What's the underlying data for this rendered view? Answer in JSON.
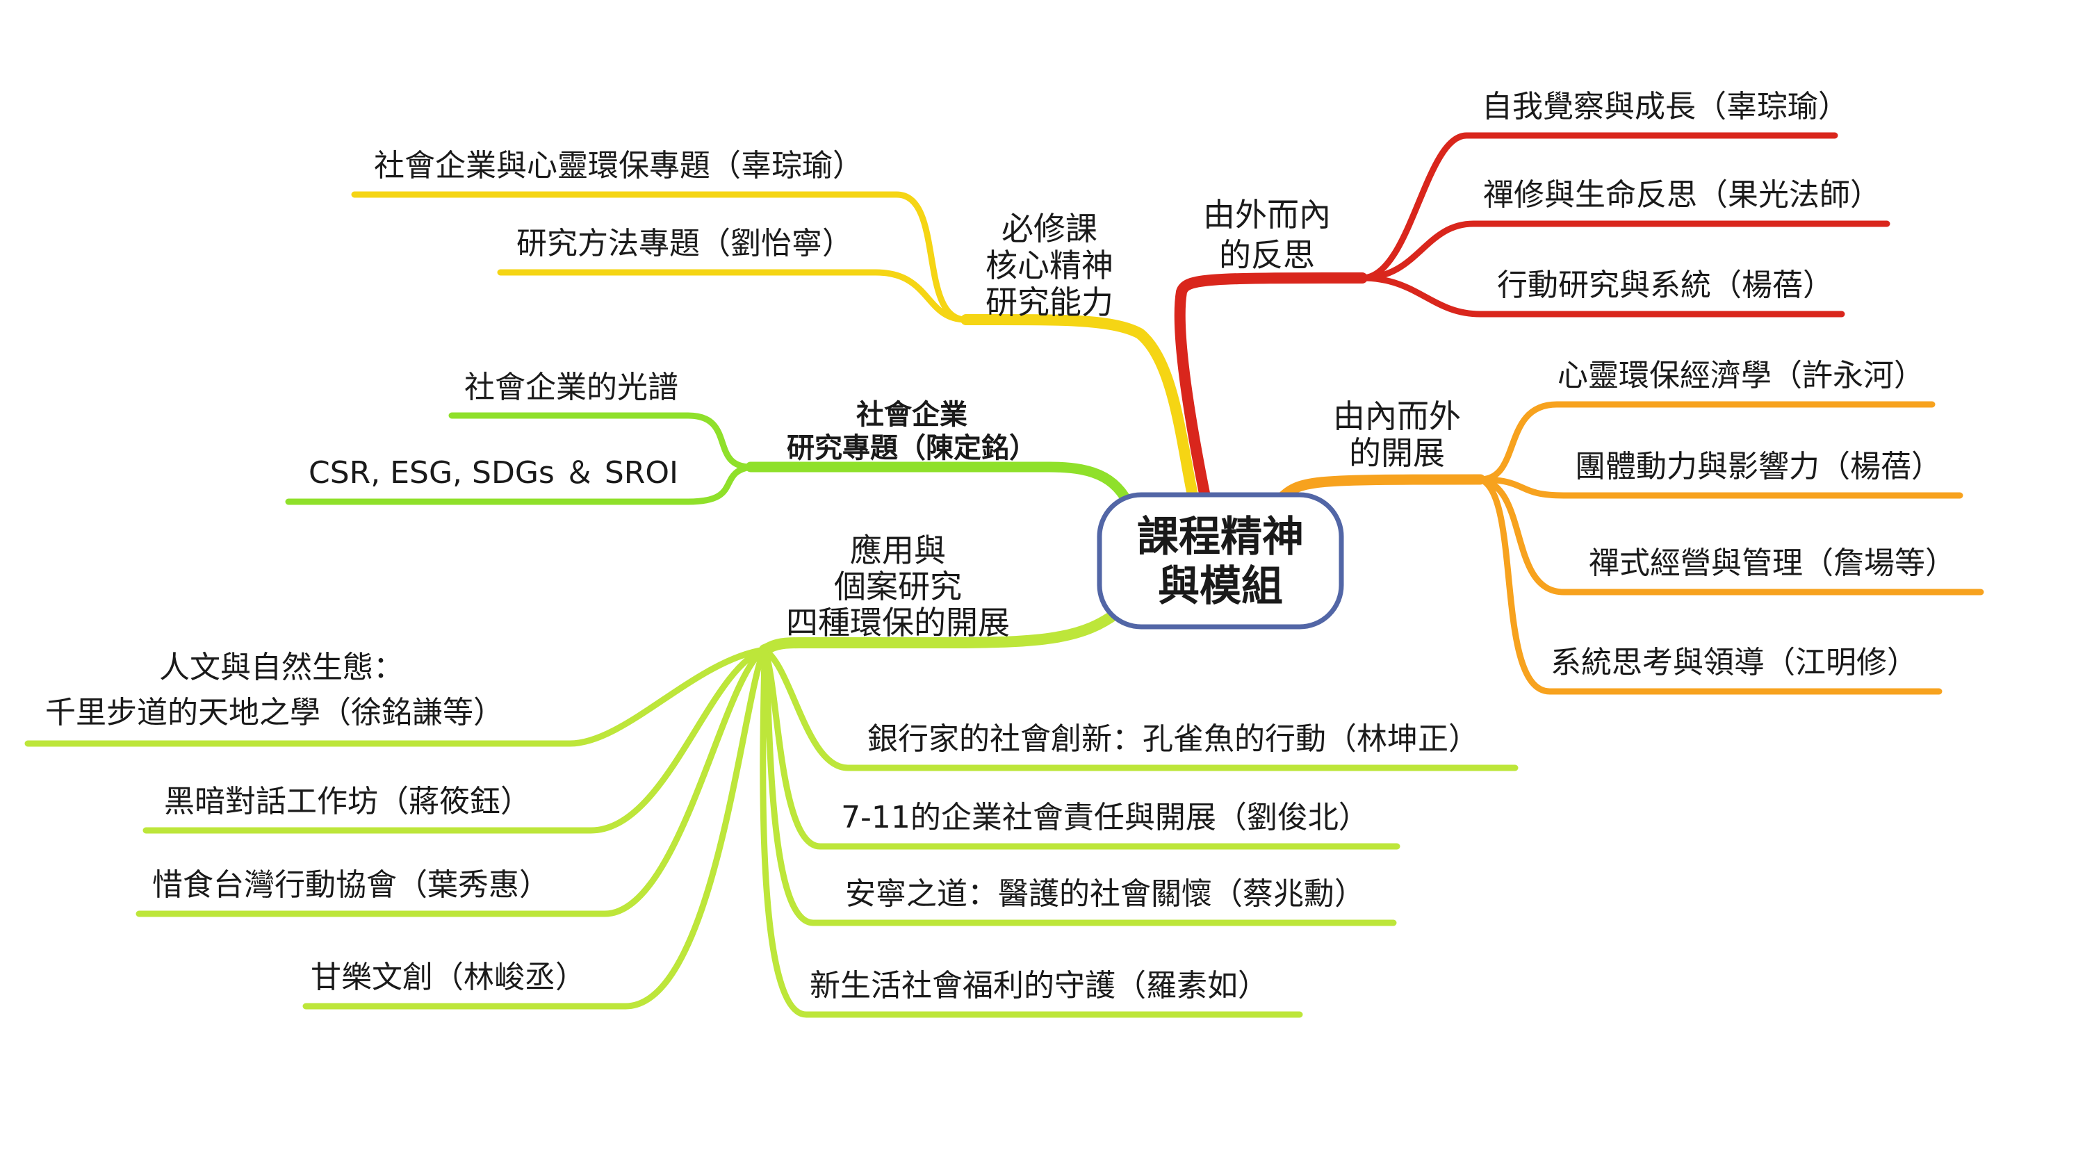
{
  "center": {
    "line1": "課程精神",
    "line2": "與模組"
  },
  "colors": {
    "center_border": "#5266a6",
    "reflect": "#d9261c",
    "expand": "#f7a21e",
    "core": "#f5d514",
    "social": "#8fe02a",
    "apply": "#bde63a"
  },
  "branches": {
    "reflect": {
      "label": [
        "由外而內",
        "的反思"
      ],
      "items": [
        "自我覺察與成長（辜琮瑜）",
        "禪修與生命反思（果光法師）",
        "行動研究與系統（楊蓓）"
      ]
    },
    "expand": {
      "label": [
        "由內而外",
        "的開展"
      ],
      "items": [
        "心靈環保經濟學（許永河）",
        "團體動力與影響力（楊蓓）",
        "禪式經營與管理（詹場等）",
        "系統思考與領導（江明修）"
      ]
    },
    "core": {
      "label": [
        "必修課",
        "核心精神",
        "研究能力"
      ],
      "items": [
        "社會企業與心靈環保專題（辜琮瑜）",
        "研究方法專題（劉怡寧）"
      ]
    },
    "social": {
      "label": [
        "社會企業",
        "研究專題（陳定銘）"
      ],
      "items": [
        "社會企業的光譜",
        "CSR, ESG, SDGs ＆ SROI"
      ]
    },
    "apply": {
      "label": [
        "應用與",
        "個案研究",
        "四種環保的開展"
      ],
      "left_items": [
        [
          "人文與自然生態：",
          "千里步道的天地之學（徐銘謙等）"
        ],
        [
          "黑暗對話工作坊（蔣筱鈺）"
        ],
        [
          "惜食台灣行動協會（葉秀惠）"
        ],
        [
          "甘樂文創（林峻丞）"
        ]
      ],
      "right_items": [
        "銀行家的社會創新：孔雀魚的行動（林坤正）",
        "7-11的企業社會責任與開展（劉俊北）",
        "安寧之道：醫護的社會關懷（蔡兆勳）",
        "新生活社會福利的守護（羅素如）"
      ]
    }
  }
}
